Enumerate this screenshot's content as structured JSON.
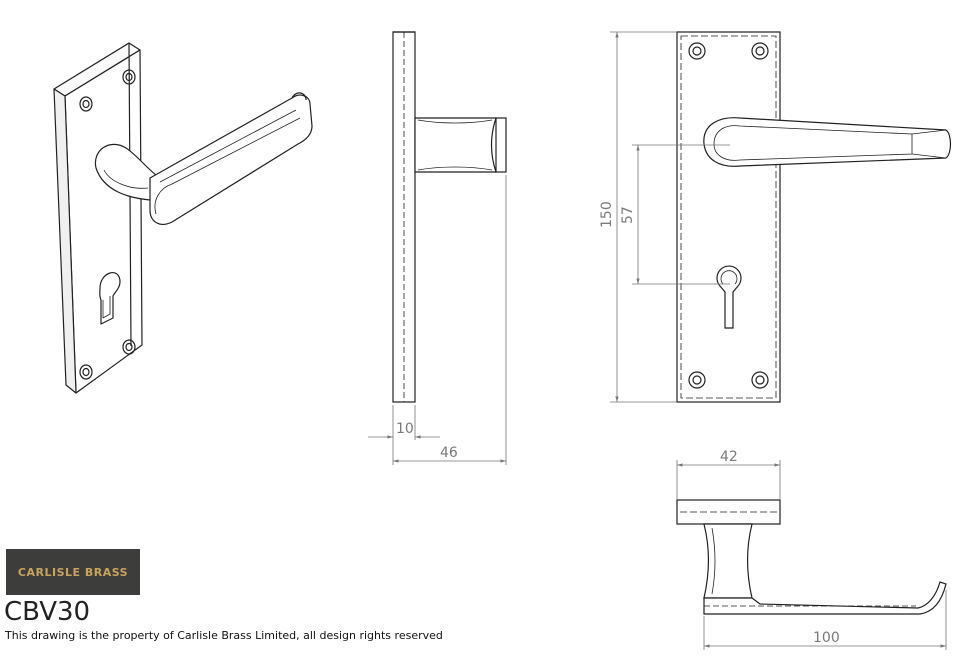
{
  "brand": {
    "logo_text": "CARLISLE BRASS",
    "logo_bg": "#3d3d3b",
    "logo_fg": "#c8a45c"
  },
  "product": {
    "code": "CBV30"
  },
  "notice": "This drawing is the property of Carlisle Brass Limited, all design rights reserved",
  "dimensions": {
    "plate_height": "150",
    "lever_to_keyhole": "57",
    "plate_thickness": "10",
    "overall_projection": "46",
    "rose_width": "42",
    "lever_length": "100"
  },
  "views": [
    "isometric-view",
    "side-view",
    "front-view",
    "top-view"
  ]
}
